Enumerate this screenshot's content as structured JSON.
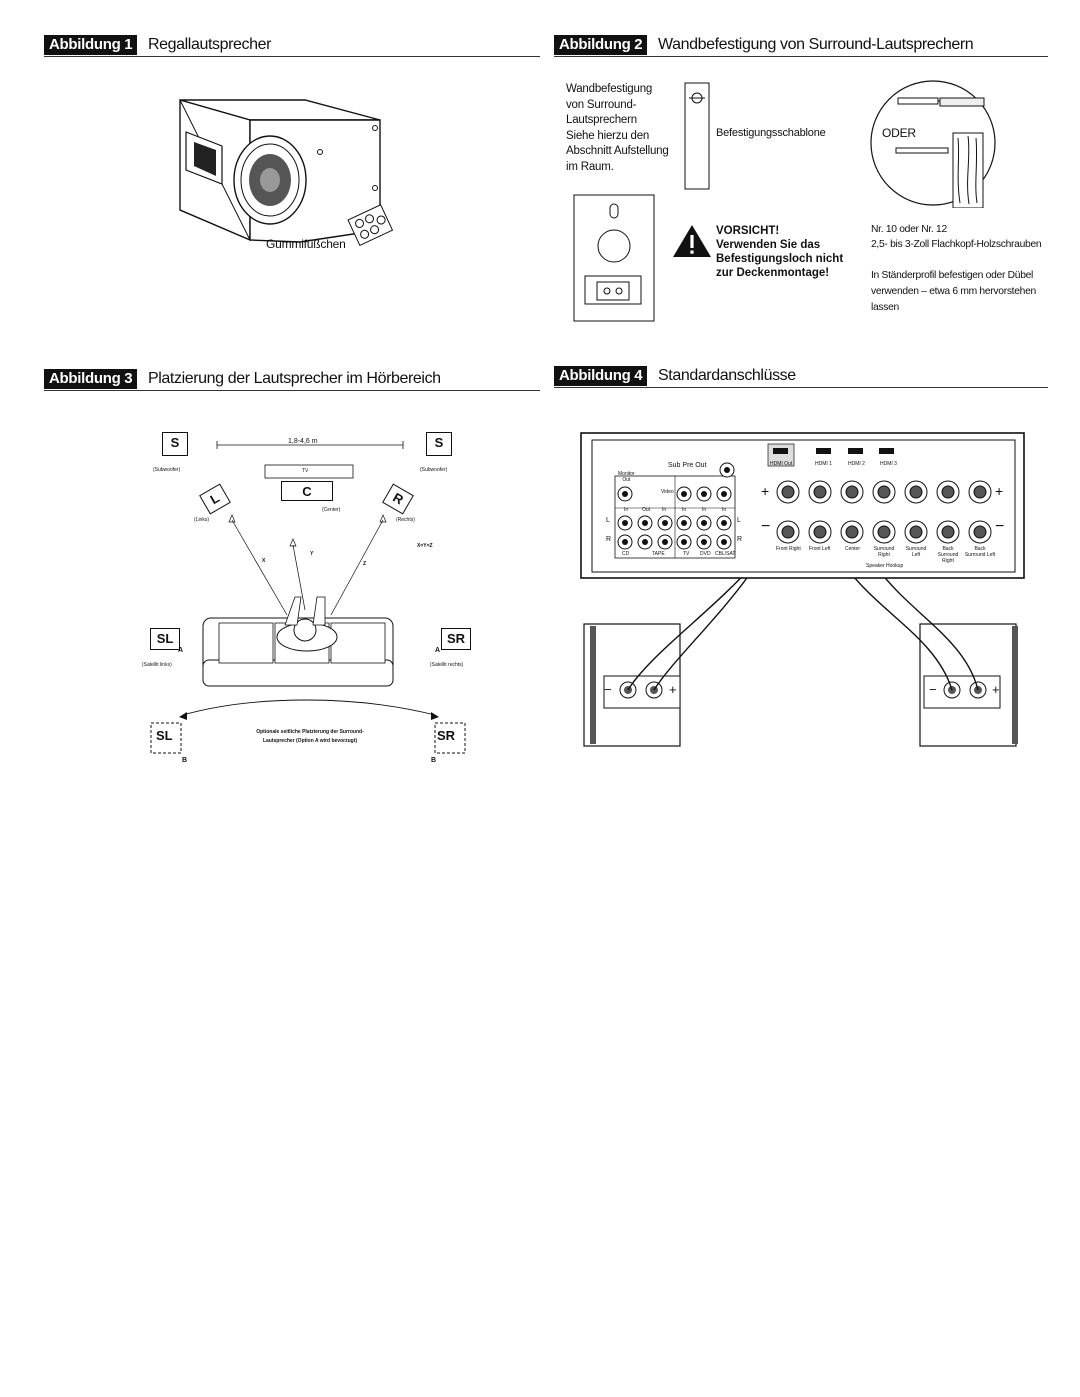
{
  "figures": {
    "fig1": {
      "badge": "Abbildung 1",
      "title": "Regallautsprecher",
      "feet_label": "Gummifüßchen"
    },
    "fig2": {
      "badge": "Abbildung 2",
      "title": "Wandbefestigung von Surround-Lautsprechern",
      "wall_text": [
        "Wandbefestigung",
        "von Surround-",
        "Lautsprechern",
        "Siehe hierzu den",
        "Abschnitt Aufstellung",
        "im Raum."
      ],
      "template_label": "Befestigungsschablone",
      "oder": "ODER",
      "caution_title": "VORSICHT!",
      "caution_lines": [
        "Verwenden Sie das",
        "Befestigungsloch nicht",
        "zur Deckenmontage!"
      ],
      "screw_lines": [
        "Nr. 10 oder Nr. 12",
        "2,5- bis 3-Zoll Flachkopf-Holzschrauben"
      ],
      "anchor_lines": [
        "In Ständerprofil befestigen oder Dübel",
        "verwenden – etwa 6 mm hervorstehen",
        "lassen"
      ]
    },
    "fig3": {
      "badge": "Abbildung 3",
      "title": "Platzierung der Lautsprecher im Hörbereich",
      "distance": "1,8-4,6 m",
      "tv": "TV",
      "sub_letter": "S",
      "sub_caption": "(Subwoofer)",
      "left_letter": "L",
      "left_caption": "(Links)",
      "center_letter": "C",
      "center_caption": "(Center)",
      "right_letter": "R",
      "right_caption": "(Rechts)",
      "x": "X",
      "y": "Y",
      "z": "Z",
      "xyz": "X=Y=Z",
      "sl": "SL",
      "sr": "SR",
      "a": "A",
      "b": "B",
      "sat_left": "(Satellit links)",
      "sat_right": "(Satellit rechts)",
      "optional_1": "Optionale seitliche Platzierung der Surround-",
      "optional_2": "Lautsprecher (Option A wird bevorzugt)"
    },
    "fig4": {
      "badge": "Abbildung 4",
      "title": "Standardanschlüsse",
      "sub_pre_out": "Sub Pre Out",
      "monitor_out": [
        "Monitor",
        "Out"
      ],
      "video": "Video",
      "hdmi": [
        "HDMI Out",
        "HDMI 1",
        "HDMI 2",
        "HDMI 3"
      ],
      "in": "In",
      "out": "Out",
      "l": "L",
      "r": "R",
      "sources": [
        "CD",
        "TAPE",
        "TV",
        "DVD",
        "CBL/SAT"
      ],
      "plus": "+",
      "minus": "−",
      "channels": [
        "Front Right",
        "Front Left",
        "Center",
        "Surround Right",
        "Surround Left",
        "Back Surround Right",
        "Back Surround Left"
      ],
      "speaker_hookup": "Speaker Hookup"
    }
  }
}
